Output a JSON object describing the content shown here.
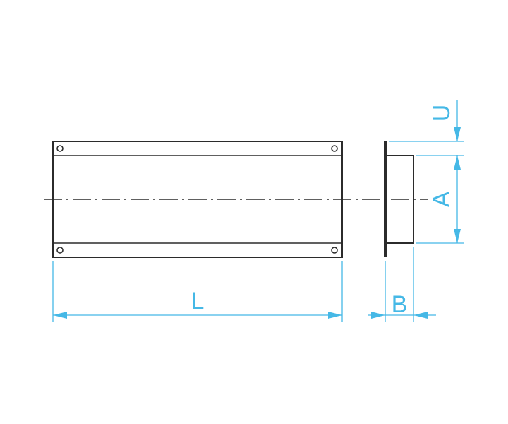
{
  "colors": {
    "outline": "#2b2b2b",
    "dimension": "#45b8e6",
    "background": "#ffffff"
  },
  "dimensions": {
    "length": "L",
    "width": "B",
    "height": "A",
    "offset": "U"
  }
}
